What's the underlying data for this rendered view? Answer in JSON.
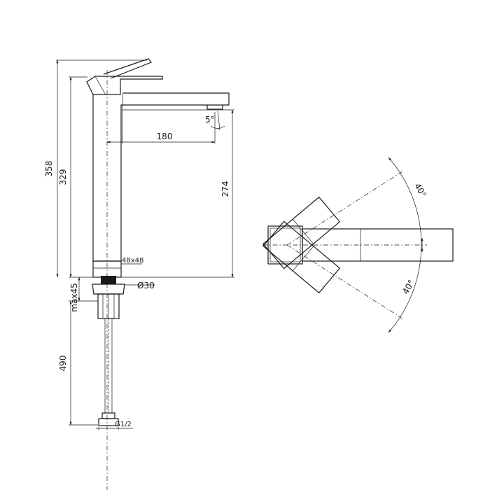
{
  "dimensions": {
    "total_height": "358",
    "spout_height": "329",
    "under_spout_height": "274",
    "spout_reach": "180",
    "spout_angle": "5°",
    "body_section": "48x48",
    "hole_diameter": "Ø30",
    "max_deck_thickness": "max45",
    "hose_length": "490",
    "hose_thread": "G1/2",
    "lever_rotation_up": "40°",
    "lever_rotation_down": "40°"
  },
  "colors": {
    "line": "#1a1a1a",
    "background": "#ffffff"
  }
}
